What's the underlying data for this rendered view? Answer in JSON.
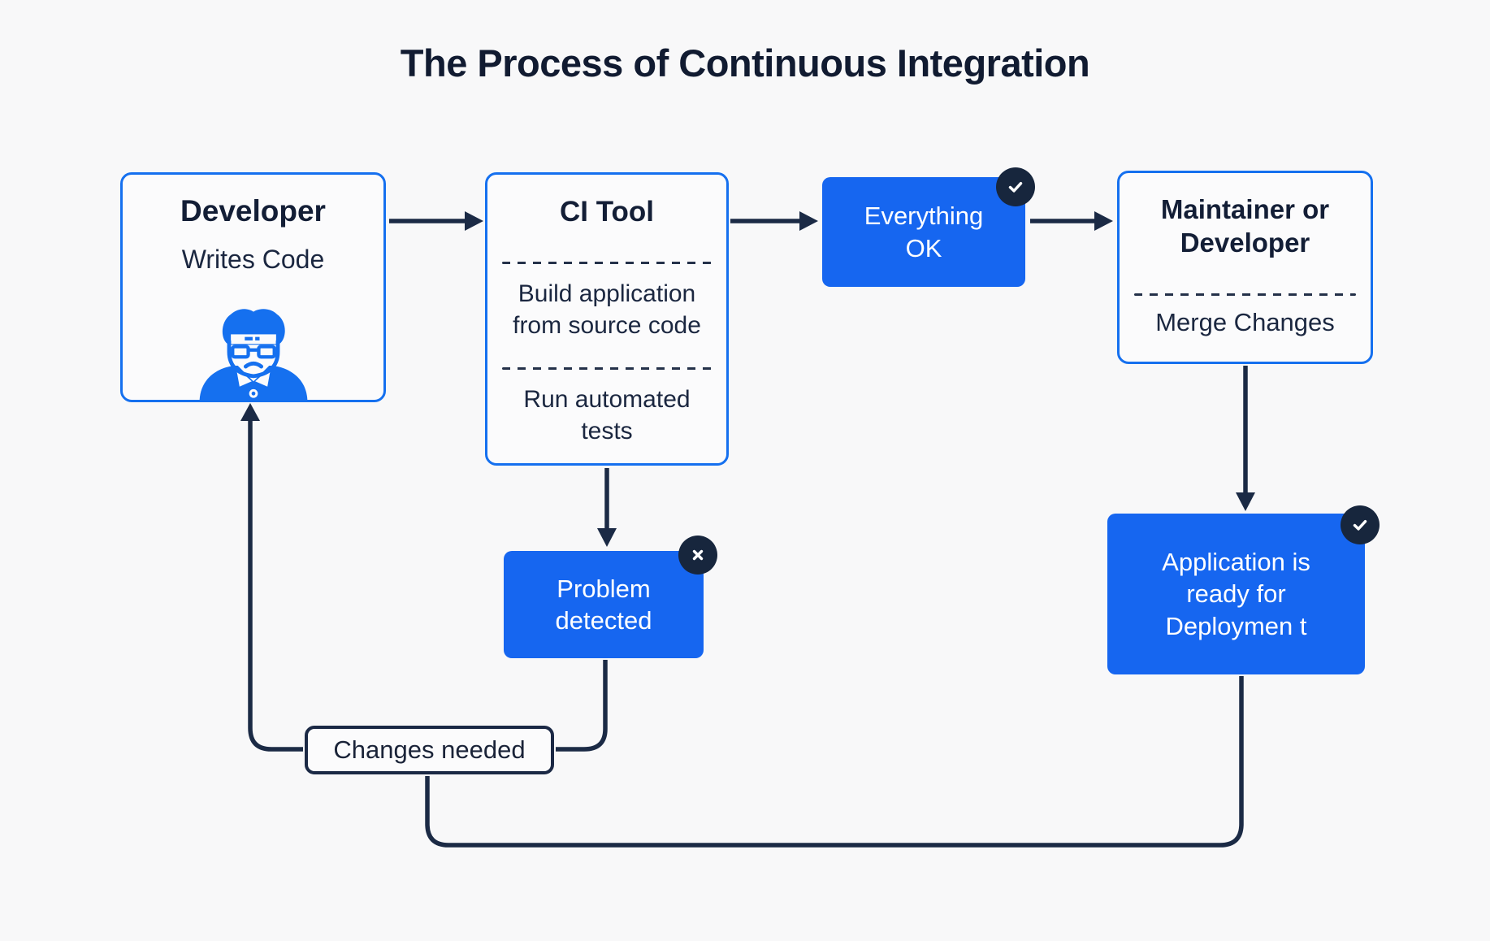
{
  "title": "The Process of Continuous Integration",
  "colors": {
    "background": "#F8F8F9",
    "accent_blue_border": "#1570EF",
    "box_blue_fill": "#1666F0",
    "dark_navy": "#17263D",
    "text_dark": "#16213A",
    "white": "#FFFFFF"
  },
  "nodes": {
    "developer": {
      "title": "Developer",
      "subtitle": "Writes Code",
      "icon": "developer-avatar-icon"
    },
    "ci_tool": {
      "title": "CI Tool",
      "step1": [
        "Build application",
        "from source code"
      ],
      "step2": [
        "Run automated",
        "tests"
      ]
    },
    "everything_ok": {
      "label": [
        "Everything",
        "OK"
      ],
      "badge_icon": "check-icon"
    },
    "maintainer": {
      "title": [
        "Maintainer or",
        "Developer"
      ],
      "subtitle": "Merge Changes"
    },
    "application_ready": {
      "label": [
        "Application is",
        "ready for",
        "Deploymen t"
      ],
      "badge_icon": "check-icon"
    },
    "problem_detected": {
      "label": [
        "Problem",
        "detected"
      ],
      "badge_icon": "x-icon"
    },
    "changes_needed": {
      "label": "Changes needed"
    }
  },
  "edges": [
    {
      "from": "developer",
      "to": "ci_tool",
      "arrowhead": true
    },
    {
      "from": "ci_tool",
      "to": "everything_ok",
      "arrowhead": true
    },
    {
      "from": "everything_ok",
      "to": "maintainer",
      "arrowhead": true
    },
    {
      "from": "maintainer",
      "to": "application_ready",
      "arrowhead": true
    },
    {
      "from": "ci_tool",
      "to": "problem_detected",
      "arrowhead": true
    },
    {
      "from": "problem_detected",
      "to": "changes_needed",
      "arrowhead": false
    },
    {
      "from": "changes_needed",
      "to": "developer",
      "arrowhead": true
    },
    {
      "from": "application_ready",
      "to": "changes_needed",
      "arrowhead": false
    }
  ]
}
